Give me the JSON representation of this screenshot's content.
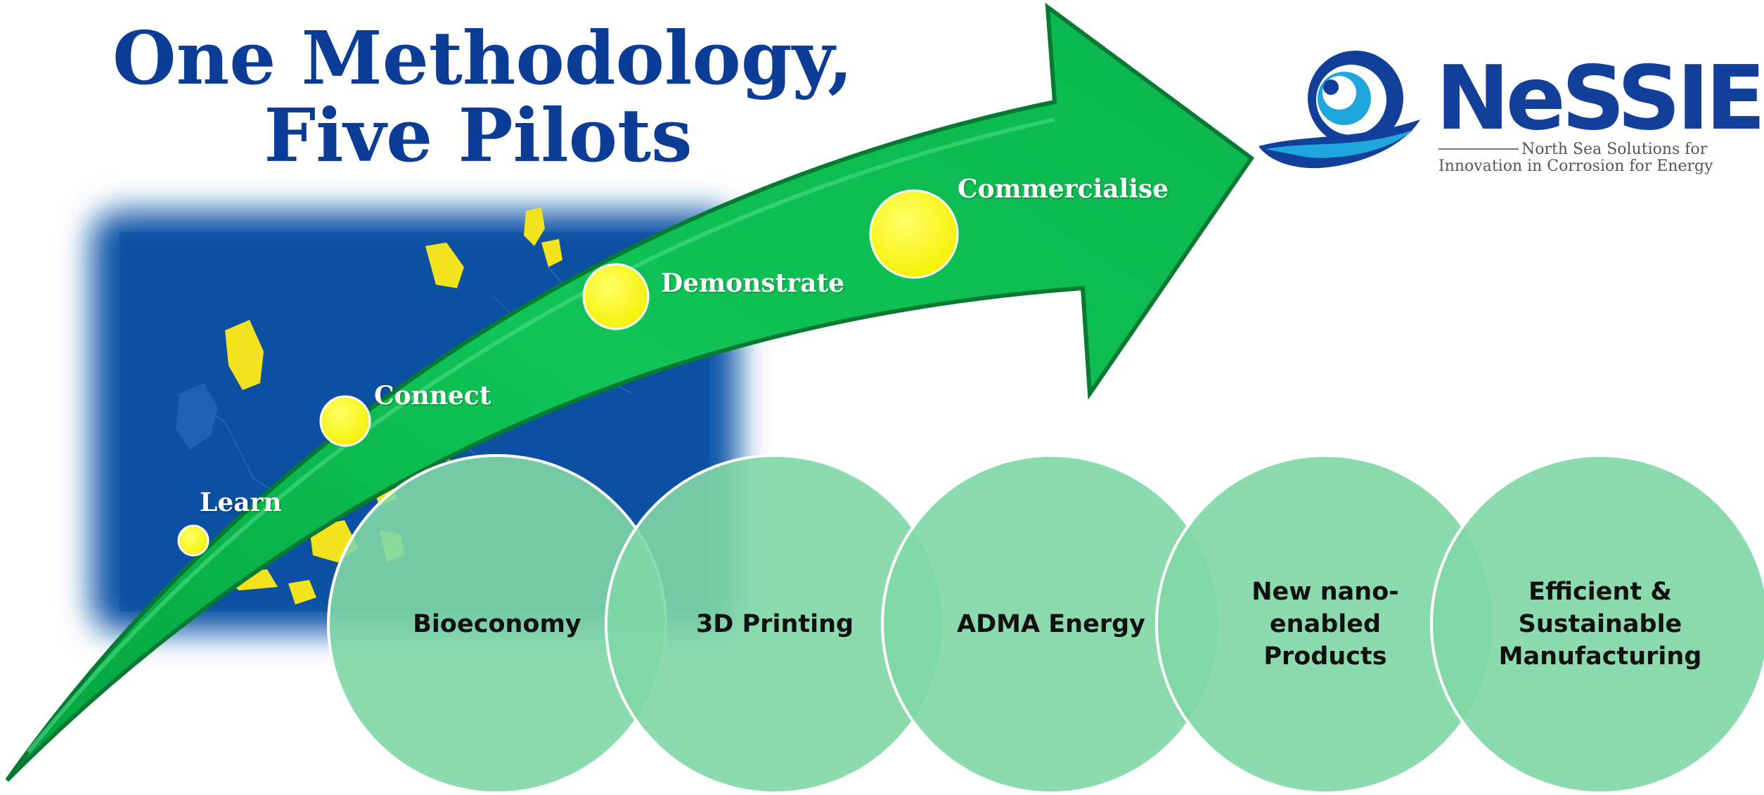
{
  "title": {
    "line1": "One Methodology,",
    "line2": "Five Pilots"
  },
  "steps": [
    {
      "label": "Learn"
    },
    {
      "label": "Connect"
    },
    {
      "label": "Demonstrate"
    },
    {
      "label": "Commercialise"
    }
  ],
  "pilots": [
    {
      "label": "Bioeconomy"
    },
    {
      "label": "3D Printing"
    },
    {
      "label": "ADMA Energy"
    },
    {
      "label": "New nano-\nenabled\nProducts"
    },
    {
      "label": "Efficient &\nSustainable\nManufacturing"
    }
  ],
  "logo": {
    "name": "NeSSIE",
    "tagline_line1": "North Sea Solutions for",
    "tagline_line2": "Innovation in Corrosion for Energy"
  },
  "colors": {
    "title": "#0b3c96",
    "arrow": "#0cbc4f",
    "step_dot": "#ffff00",
    "pilot_circle": "#7fd7a6",
    "map_sea": "#0b56a8",
    "map_land": "#f2e31c",
    "logo_blue": "#123f99",
    "logo_light_blue": "#1ea7dc"
  }
}
